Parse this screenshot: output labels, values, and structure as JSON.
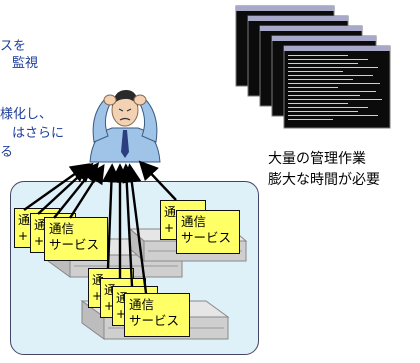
{
  "left_text": {
    "line1": "スを",
    "line2": "監視",
    "line3": "様化し、",
    "line4": "はさらに",
    "line5": "る"
  },
  "right_text": {
    "line1": "大量の管理作業",
    "line2": "膨大な時間が必要"
  },
  "cards": {
    "label_line1": "通信",
    "label_line2": "サービス",
    "partial_back_a": "通",
    "partial_back_b": "+",
    "group_right_line1": "通信",
    "group_right_line2": "サービス"
  },
  "colors": {
    "text_blue": "#1f3f9a",
    "card_yellow": "#ffff66",
    "area_bg": "#dff1f8",
    "terminal_bg": "#0b0b0b"
  },
  "icons": {
    "person": "worried-man-icon",
    "terminal": "terminal-window-icon",
    "server": "rack-server-icon"
  }
}
